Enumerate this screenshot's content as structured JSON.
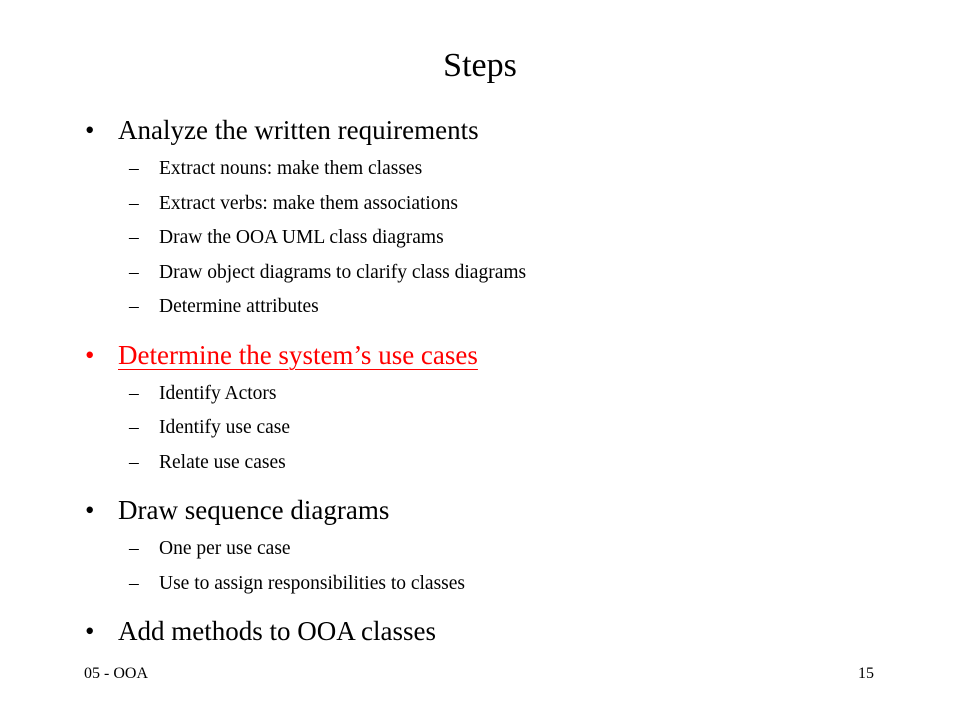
{
  "slide": {
    "title": "Steps",
    "sections": [
      {
        "text": "Analyze the written requirements",
        "highlight": false,
        "subitems": [
          "Extract nouns: make them classes",
          "Extract verbs: make them associations",
          "Draw the OOA UML class diagrams",
          "Draw object diagrams to clarify class diagrams",
          "Determine attributes"
        ]
      },
      {
        "text": "Determine the system’s use cases",
        "highlight": true,
        "subitems": [
          "Identify Actors",
          "Identify use case",
          "Relate use cases"
        ]
      },
      {
        "text": "Draw sequence diagrams",
        "highlight": false,
        "subitems": [
          "One per use case",
          "Use to assign responsibilities to classes"
        ]
      },
      {
        "text": "Add methods to OOA classes",
        "highlight": false,
        "subitems": []
      }
    ],
    "bullet_glyph": "•",
    "dash_glyph": "–",
    "highlight_color": "#ff0000"
  },
  "footer": {
    "left": "05 - OOA",
    "right": "15"
  }
}
